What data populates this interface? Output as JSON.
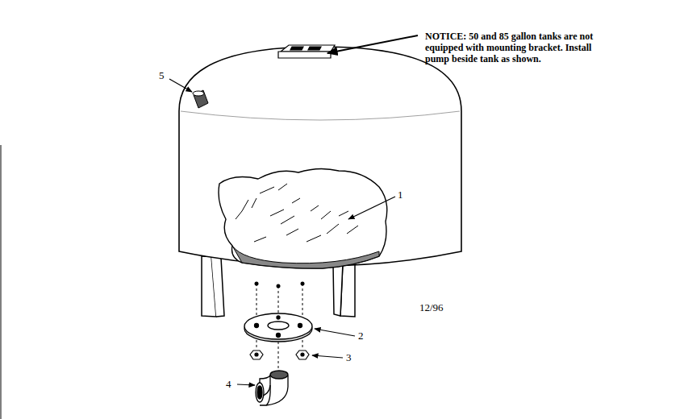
{
  "diagram": {
    "labels": [
      "NOTICE: 50 and 85 gallon tanks are not equipped with mounting bracket. Install pump beside tank as shown.",
      "5",
      "1",
      "2",
      "3",
      "4",
      "12/96"
    ]
  }
}
